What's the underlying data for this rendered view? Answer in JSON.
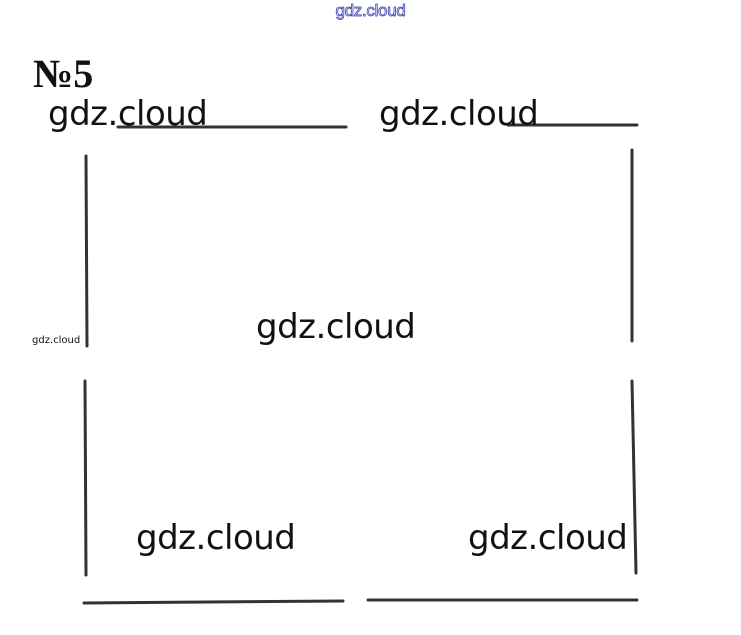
{
  "header": {
    "watermark": "gdz.cloud"
  },
  "task": {
    "number_label": "№5"
  },
  "watermarks": {
    "top_left": "gdz.cloud",
    "top_right": "gdz.cloud",
    "left_small": "gdz.cloud",
    "center": "gdz.cloud",
    "bottom_left": "gdz.cloud",
    "bottom_right": "gdz.cloud"
  },
  "figure": {
    "shape": "square drawn with broken sides",
    "stroke_color": "#333333"
  }
}
